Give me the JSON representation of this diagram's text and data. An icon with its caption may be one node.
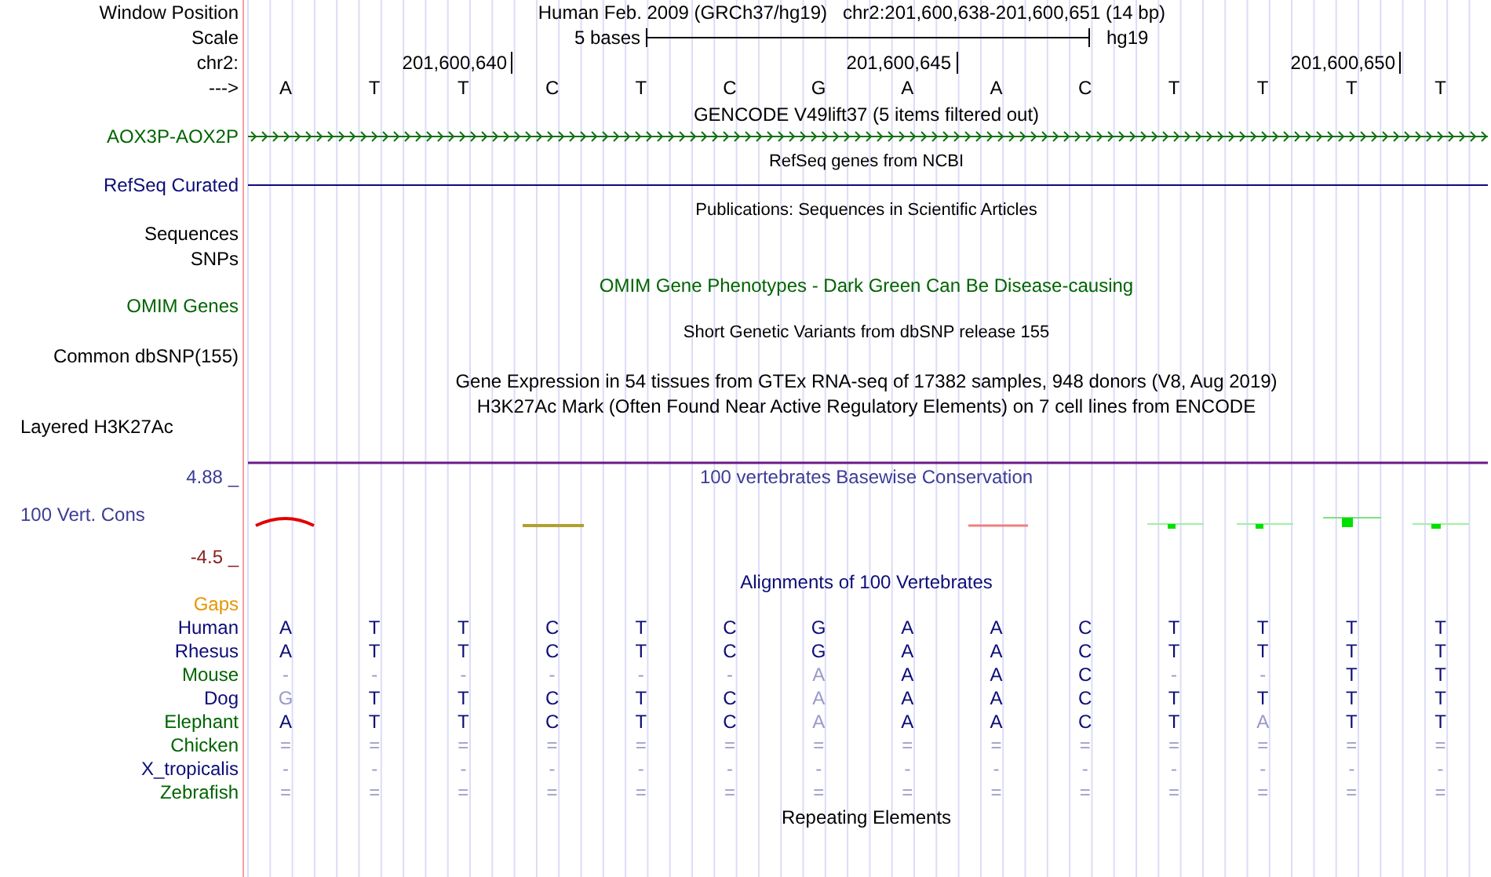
{
  "diagram": {
    "labels": [
      "Window Position",
      "Human Feb. 2009 (GRCh37/hg19)",
      "chr2:201,600,638-201,600,651 (14 bp)",
      "Scale",
      "5 bases",
      "hg19",
      "chr2:",
      "201,600,640",
      "201,600,645",
      "201,600,650",
      "--->",
      "A",
      "T",
      "T",
      "C",
      "T",
      "C",
      "G",
      "A",
      "A",
      "C",
      "T",
      "T",
      "T",
      "T",
      "GENCODE V49lift37 (5 items filtered out)",
      "AOX3P-AOX2P",
      "RefSeq genes from NCBI",
      "RefSeq Curated",
      "Publications: Sequences in Scientific Articles",
      "Sequences",
      "SNPs",
      "OMIM Gene Phenotypes - Dark Green Can Be Disease-causing",
      "OMIM Genes",
      "Short Genetic Variants from dbSNP release 155",
      "Common dbSNP(155)",
      "Gene Expression in 54 tissues from GTEx RNA-seq of 17382 samples, 948 donors (V8, Aug 2019)",
      "H3K27Ac Mark (Often Found Near Active Regulatory Elements) on 7 cell lines from ENCODE",
      "Layered H3K27Ac",
      "4.88 _",
      "100 vertebrates Basewise Conservation",
      "100 Vert. Cons",
      "-4.5 _",
      "Alignments of 100 Vertebrates",
      "Gaps",
      "Human",
      "A",
      "T",
      "T",
      "C",
      "T",
      "C",
      "G",
      "A",
      "A",
      "C",
      "T",
      "T",
      "T",
      "T",
      "Rhesus",
      "A",
      "T",
      "T",
      "C",
      "T",
      "C",
      "G",
      "A",
      "A",
      "C",
      "T",
      "T",
      "T",
      "T",
      "Mouse",
      "-",
      "-",
      "-",
      "-",
      "-",
      "-",
      "A",
      "A",
      "A",
      "C",
      "-",
      "-",
      "T",
      "T",
      "Dog",
      "G",
      "T",
      "T",
      "C",
      "T",
      "C",
      "A",
      "A",
      "A",
      "C",
      "T",
      "T",
      "T",
      "T",
      "Elephant",
      "A",
      "T",
      "T",
      "C",
      "T",
      "C",
      "A",
      "A",
      "A",
      "C",
      "T",
      "A",
      "T",
      "T",
      "Chicken",
      "=",
      "=",
      "=",
      "=",
      "=",
      "=",
      "=",
      "=",
      "=",
      "=",
      "=",
      "=",
      "=",
      "=",
      "X_tropicalis",
      "-",
      "-",
      "-",
      "-",
      "-",
      "-",
      "-",
      "-",
      "-",
      "-",
      "-",
      "-",
      "-",
      "-",
      "Zebrafish",
      "=",
      "=",
      "=",
      "=",
      "=",
      "=",
      "=",
      "=",
      "=",
      "=",
      "=",
      "=",
      "=",
      "=",
      "Repeating Elements"
    ]
  }
}
